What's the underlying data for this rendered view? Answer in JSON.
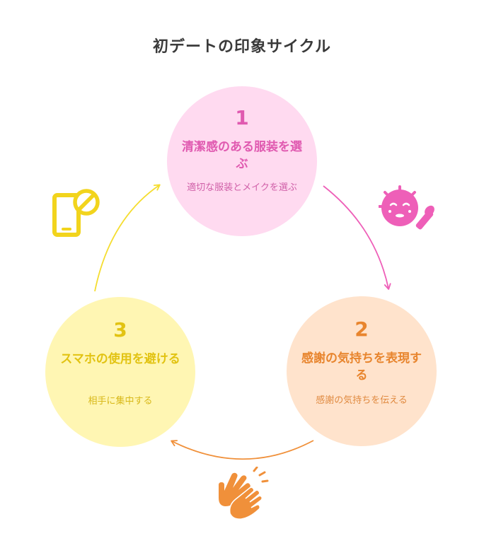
{
  "title": "初デートの印象サイクル",
  "steps": [
    {
      "number": "1",
      "heading": "清潔感のある服装を選ぶ",
      "description": "適切な服装とメイクを選ぶ",
      "color": "#e05ab0",
      "fill": "#ffdaf0",
      "icon": "makeup-face-icon"
    },
    {
      "number": "2",
      "heading": "感謝の気持ちを表現する",
      "description": "感謝の気持ちを伝える",
      "color": "#e8852e",
      "fill": "#ffe3cc",
      "icon": "clapping-hands-icon"
    },
    {
      "number": "3",
      "heading": "スマホの使用を避ける",
      "description": "相手に集中する",
      "color": "#e2c312",
      "fill": "#fff6b3",
      "icon": "no-phone-icon"
    }
  ],
  "arrows": [
    {
      "from": "1",
      "to": "2",
      "color": "#ee5fb8"
    },
    {
      "from": "2",
      "to": "3",
      "color": "#f0903a"
    },
    {
      "from": "3",
      "to": "1",
      "color": "#f5dd30"
    }
  ]
}
